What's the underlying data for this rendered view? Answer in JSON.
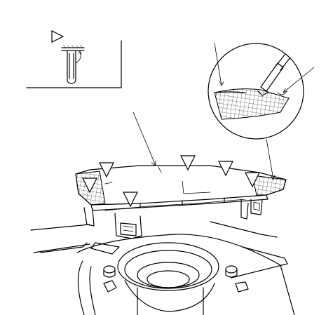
{
  "colors": {
    "line": "#000000",
    "background": "#ffffff"
  },
  "icons": {
    "callout_marker": "triangle-marker-icon",
    "detail_marker": "triangle-marker-icon"
  },
  "clip_markers": [
    {
      "id": "clip-1",
      "label": ""
    },
    {
      "id": "clip-2",
      "label": ""
    },
    {
      "id": "clip-3",
      "label": ""
    },
    {
      "id": "clip-4",
      "label": ""
    },
    {
      "id": "clip-5",
      "label": ""
    },
    {
      "id": "clip-6",
      "label": ""
    }
  ]
}
